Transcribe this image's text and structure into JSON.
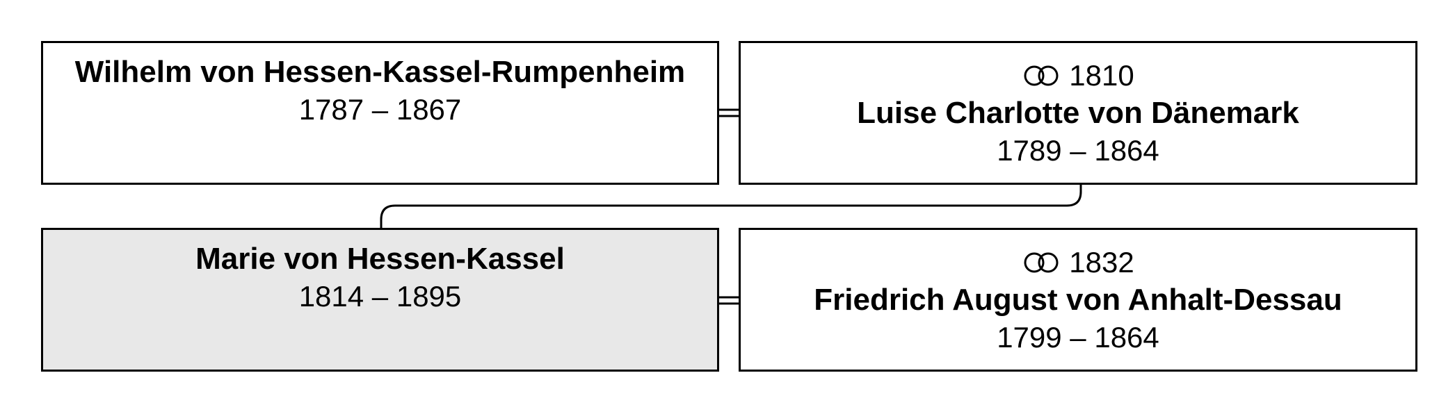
{
  "generation1": {
    "person": {
      "name": "Wilhelm von Hessen-Kassel-Rumpenheim",
      "dates": "1787 – 1867"
    },
    "spouse": {
      "marriage_year": "1810",
      "name": "Luise Charlotte von Dänemark",
      "dates": "1789 – 1864"
    }
  },
  "generation2": {
    "person": {
      "name": "Marie von Hessen-Kassel",
      "dates": "1814 – 1895"
    },
    "spouse": {
      "marriage_year": "1832",
      "name": "Friedrich August von Anhalt-Dessau",
      "dates": "1799 – 1864"
    }
  },
  "icons": {
    "marriage": "wedding-rings-icon"
  },
  "colors": {
    "highlight_fill": "#e8e8e8",
    "border": "#000000"
  }
}
